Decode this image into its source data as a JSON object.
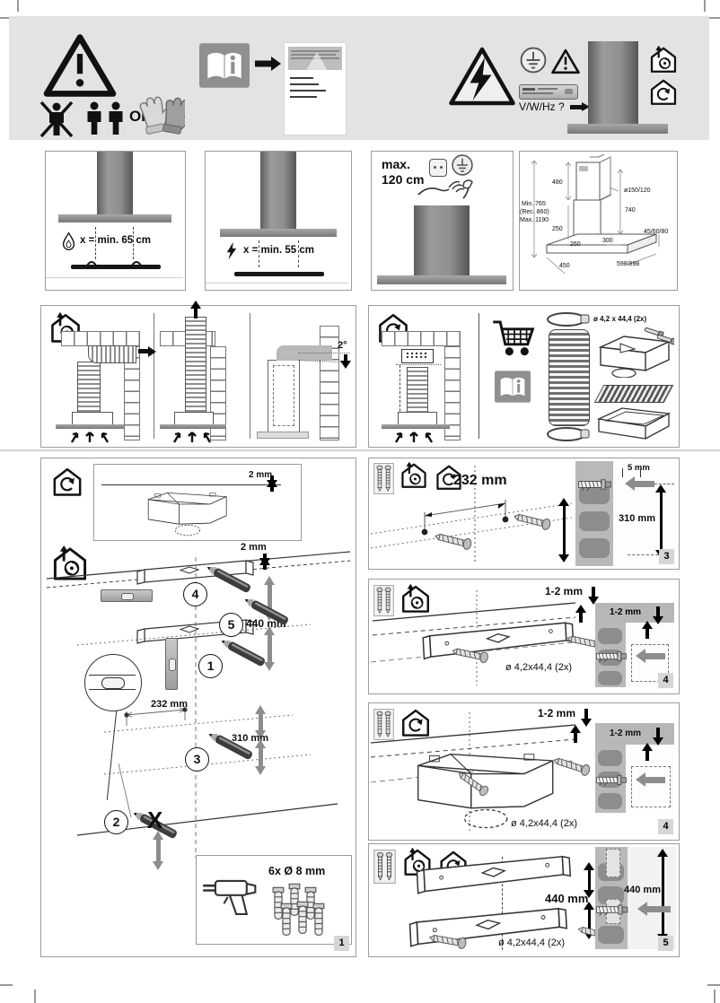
{
  "header": {
    "ok_label": "OK!",
    "rating_query": "V/W/Hz ?"
  },
  "clearance": {
    "gas": "x = min. 65 cm",
    "electric": "x = min. 55 cm"
  },
  "power": {
    "line1": "max.",
    "line2": "120 cm"
  },
  "dims": {
    "s480": "480",
    "duct": "ø150/120",
    "s740": "740",
    "min": "Min. 765",
    "rec": "(Rec. 860)",
    "max": "Max. 1190",
    "s250": "250",
    "s260": "260",
    "s300": "300",
    "body": "45/60/80",
    "s450": "450",
    "width": "598/898"
  },
  "modes": {
    "slope": "2°",
    "accessory": "ø 4,2 x 44,4 (2x)"
  },
  "step1": {
    "badge": "1",
    "inset_gap": "2 mm",
    "wall_gap": "2 mm",
    "d440": "440 mm",
    "d232": "232 mm",
    "d310": "310 mm",
    "cross": "X",
    "drill": "6x Ø 8 mm",
    "marks": {
      "m1": "1",
      "m2": "2",
      "m3": "3",
      "m4": "4",
      "m5": "5"
    }
  },
  "step3": {
    "badge": "3",
    "d232": "232 mm",
    "d5": "5 mm",
    "d310": "310 mm"
  },
  "step4a": {
    "badge": "4",
    "gap": "1-2 mm",
    "inset_gap": "1-2 mm",
    "screws": "ø 4,2x44,4 (2x)"
  },
  "step4b": {
    "badge": "4",
    "gap": "1-2 mm",
    "inset_gap": "1-2 mm",
    "screws": "ø 4,2x44,4 (2x)"
  },
  "step5": {
    "badge": "5",
    "d440": "440 mm",
    "inset_d440": "440 mm",
    "screws": "ø 4,2x44,4 (2x)"
  },
  "icons": {
    "warning": "warning-triangle",
    "high_voltage": "lightning-triangle",
    "earth": "grounding-symbol",
    "exhaust_mode": "house-with-outlet-arrow",
    "recirculation_mode": "house-with-circular-arrow",
    "one_person_forbidden": "crossed-out-person",
    "two_persons_ok": "two-persons",
    "gloves": "protective-gloves",
    "manual": "open-book-info",
    "shopping": "shopping-cart",
    "drill": "power-drill"
  }
}
